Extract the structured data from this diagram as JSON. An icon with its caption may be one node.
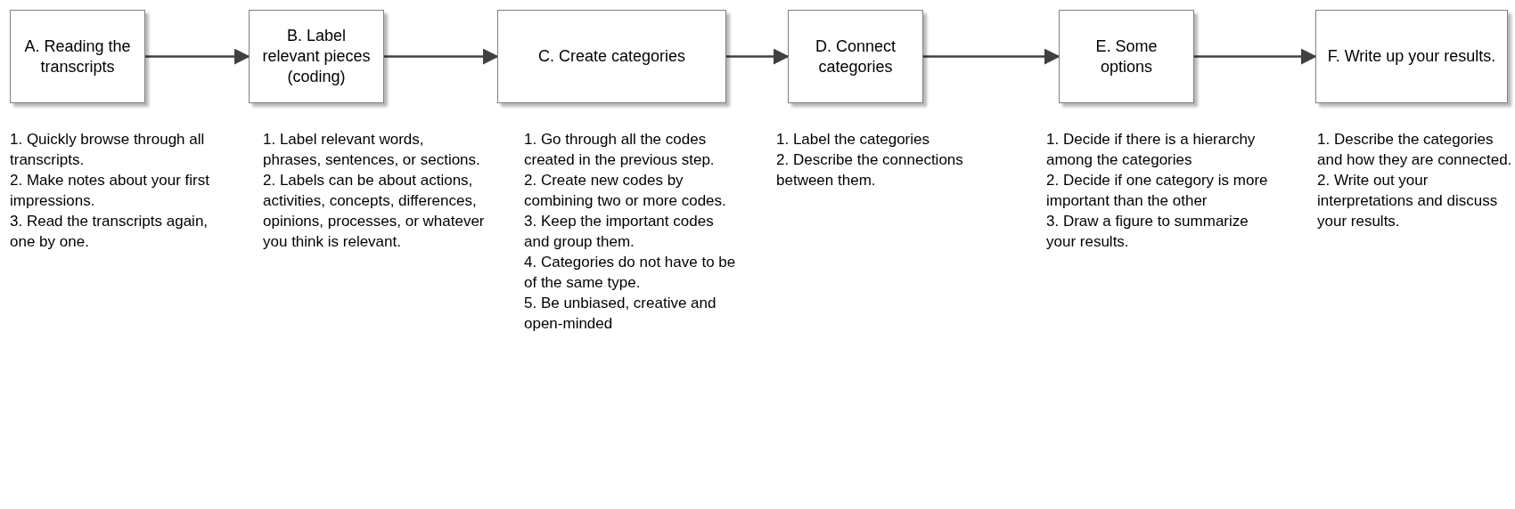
{
  "diagram": {
    "nodes": [
      {
        "text": [
          "A. Reading the transcripts"
        ],
        "beside": [
          "1. Quickly browse through all transcripts.",
          "2. Make notes about your first impressions.",
          "3. Read the transcripts again, one by one."
        ]
      },
      {
        "text": [
          "B. Label relevant pieces (coding)"
        ],
        "beside": [
          "1. Label relevant words, phrases, sentences, or sections.",
          "2. Labels can be about actions, activities, concepts, differences, opinions, processes, or whatever you think is relevant."
        ]
      },
      {
        "text": [
          "C. Create categories"
        ],
        "beside": [
          "1. Go through all the codes created in the previous step.",
          "2. Create new codes by combining two or more codes.",
          "3. Keep the important codes and group them.",
          "4. Categories do not have to be of the same type.",
          "5. Be unbiased, creative and open-minded"
        ]
      },
      {
        "text": [
          "D. Connect categories"
        ],
        "beside": [
          "1. Label the categories",
          "2. Describe the connections between them."
        ]
      },
      {
        "text": [
          "E. Some options"
        ],
        "beside": [
          "1. Decide if there is a hierarchy among the categories",
          "2. Decide if one category is more important than the other",
          "3. Draw a figure to summarize your results."
        ]
      },
      {
        "text": [
          "F. Write up your results."
        ],
        "beside": [
          "1. Describe the categories and how they are connected.",
          "2. Write out your interpretations and discuss your results."
        ]
      }
    ],
    "edges": [
      {
        "from": 0,
        "to": 1,
        "arrow": "to"
      },
      {
        "from": 1,
        "to": 2,
        "arrow": "to"
      },
      {
        "from": 2,
        "to": 3,
        "arrow": "to"
      },
      {
        "from": 3,
        "to": 4,
        "arrow": "to"
      },
      {
        "from": 4,
        "to": 5,
        "arrow": "to"
      }
    ]
  }
}
